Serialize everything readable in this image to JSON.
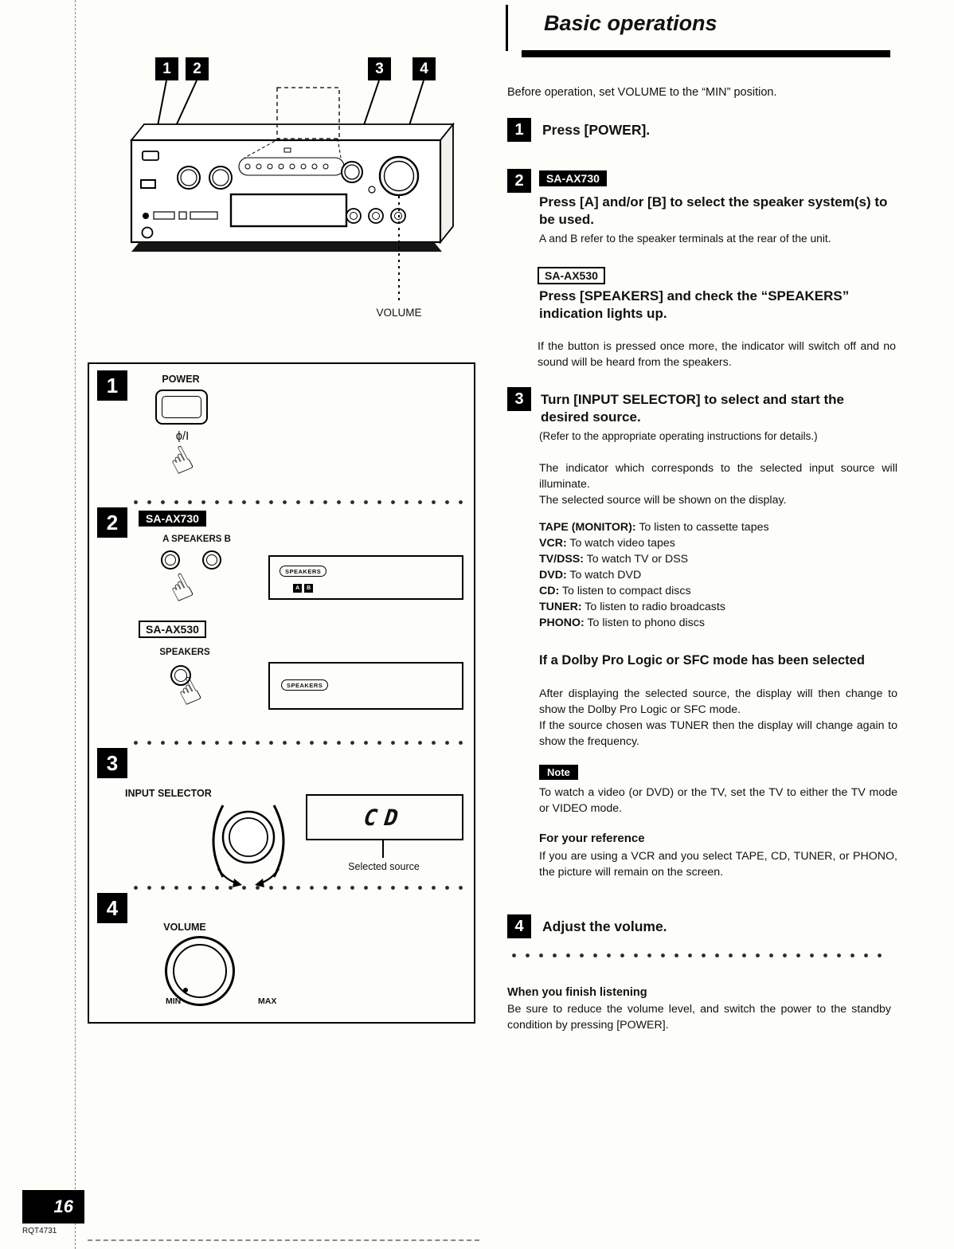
{
  "icons": {
    "pointing_hand": "☝"
  },
  "callouts": [
    "1",
    "2",
    "3",
    "4"
  ],
  "diagram": {
    "volume_pointer_label": "VOLUME",
    "step1": {
      "num": "1",
      "power_label": "POWER",
      "power_symbol": "ɸ/I"
    },
    "step2": {
      "num": "2",
      "model_a_badge": "SA-AX730",
      "speakers_ab_label": "A SPEAKERS B",
      "display_a_indicator": "SPEAKERS",
      "indicator_a": "A",
      "indicator_b": "B",
      "model_b_badge": "SA-AX530",
      "speakers_label": "SPEAKERS",
      "display_b_indicator": "SPEAKERS"
    },
    "step3": {
      "num": "3",
      "selector_label": "INPUT SELECTOR",
      "display_value": "CD",
      "selected_source_label": "Selected source"
    },
    "step4": {
      "num": "4",
      "volume_label": "VOLUME",
      "min_label": "MIN",
      "max_label": "MAX"
    }
  },
  "content": {
    "title": "Basic operations",
    "intro": "Before operation, set VOLUME to the “MIN” position.",
    "step1": {
      "num": "1",
      "text": "Press  [POWER]."
    },
    "step2": {
      "num": "2",
      "model_a_badge": "SA-AX730",
      "heading_a": "Press [A] and/or [B] to select the speaker system(s) to be used.",
      "note_a": "A and B refer to the speaker terminals at the rear of the unit.",
      "model_b_badge": "SA-AX530",
      "heading_b": "Press [SPEAKERS] and check the “SPEAKERS” indication lights up.",
      "body": "If the button is pressed once more, the indicator will switch off and no sound will be heard from the speakers."
    },
    "step3": {
      "num": "3",
      "heading": "Turn [INPUT SELECTOR] to select and start the desired source.",
      "subnote": "(Refer to the appropriate operating instructions for details.)",
      "body1": "The indicator which corresponds to the selected input source will illuminate.",
      "body2": "The selected source will be shown on the display.",
      "sources": [
        {
          "label": "TAPE (MONITOR):",
          "desc": " To listen to cassette tapes"
        },
        {
          "label": "VCR:",
          "desc": " To watch video tapes"
        },
        {
          "label": "TV/DSS:",
          "desc": " To watch TV or DSS"
        },
        {
          "label": "DVD:",
          "desc": " To watch DVD"
        },
        {
          "label": "CD:",
          "desc": " To listen to compact discs"
        },
        {
          "label": "TUNER:",
          "desc": " To listen to radio broadcasts"
        },
        {
          "label": "PHONO:",
          "desc": " To listen to phono discs"
        }
      ],
      "dolby_heading": "If a Dolby Pro Logic or SFC mode has been selected",
      "dolby_body1": "After displaying the selected source, the display will then change to show the Dolby Pro Logic or SFC mode.",
      "dolby_body2": "If the source chosen was TUNER then the display will change again to show the frequency.",
      "note_badge": "Note",
      "note_text": "To watch a video (or DVD) or the TV, set the TV to either the TV mode or VIDEO mode.",
      "reference_heading": "For your reference",
      "reference_text": "If you are using a VCR and you select TAPE, CD, TUNER, or PHONO, the picture will remain on the screen."
    },
    "step4": {
      "num": "4",
      "text": "Adjust the volume."
    },
    "finish": {
      "heading": "When you finish listening",
      "text": "Be sure to reduce the volume level, and switch the power to the standby condition by pressing [POWER]."
    }
  },
  "footer": {
    "page_number": "16",
    "doc_code": "RQT4731"
  }
}
